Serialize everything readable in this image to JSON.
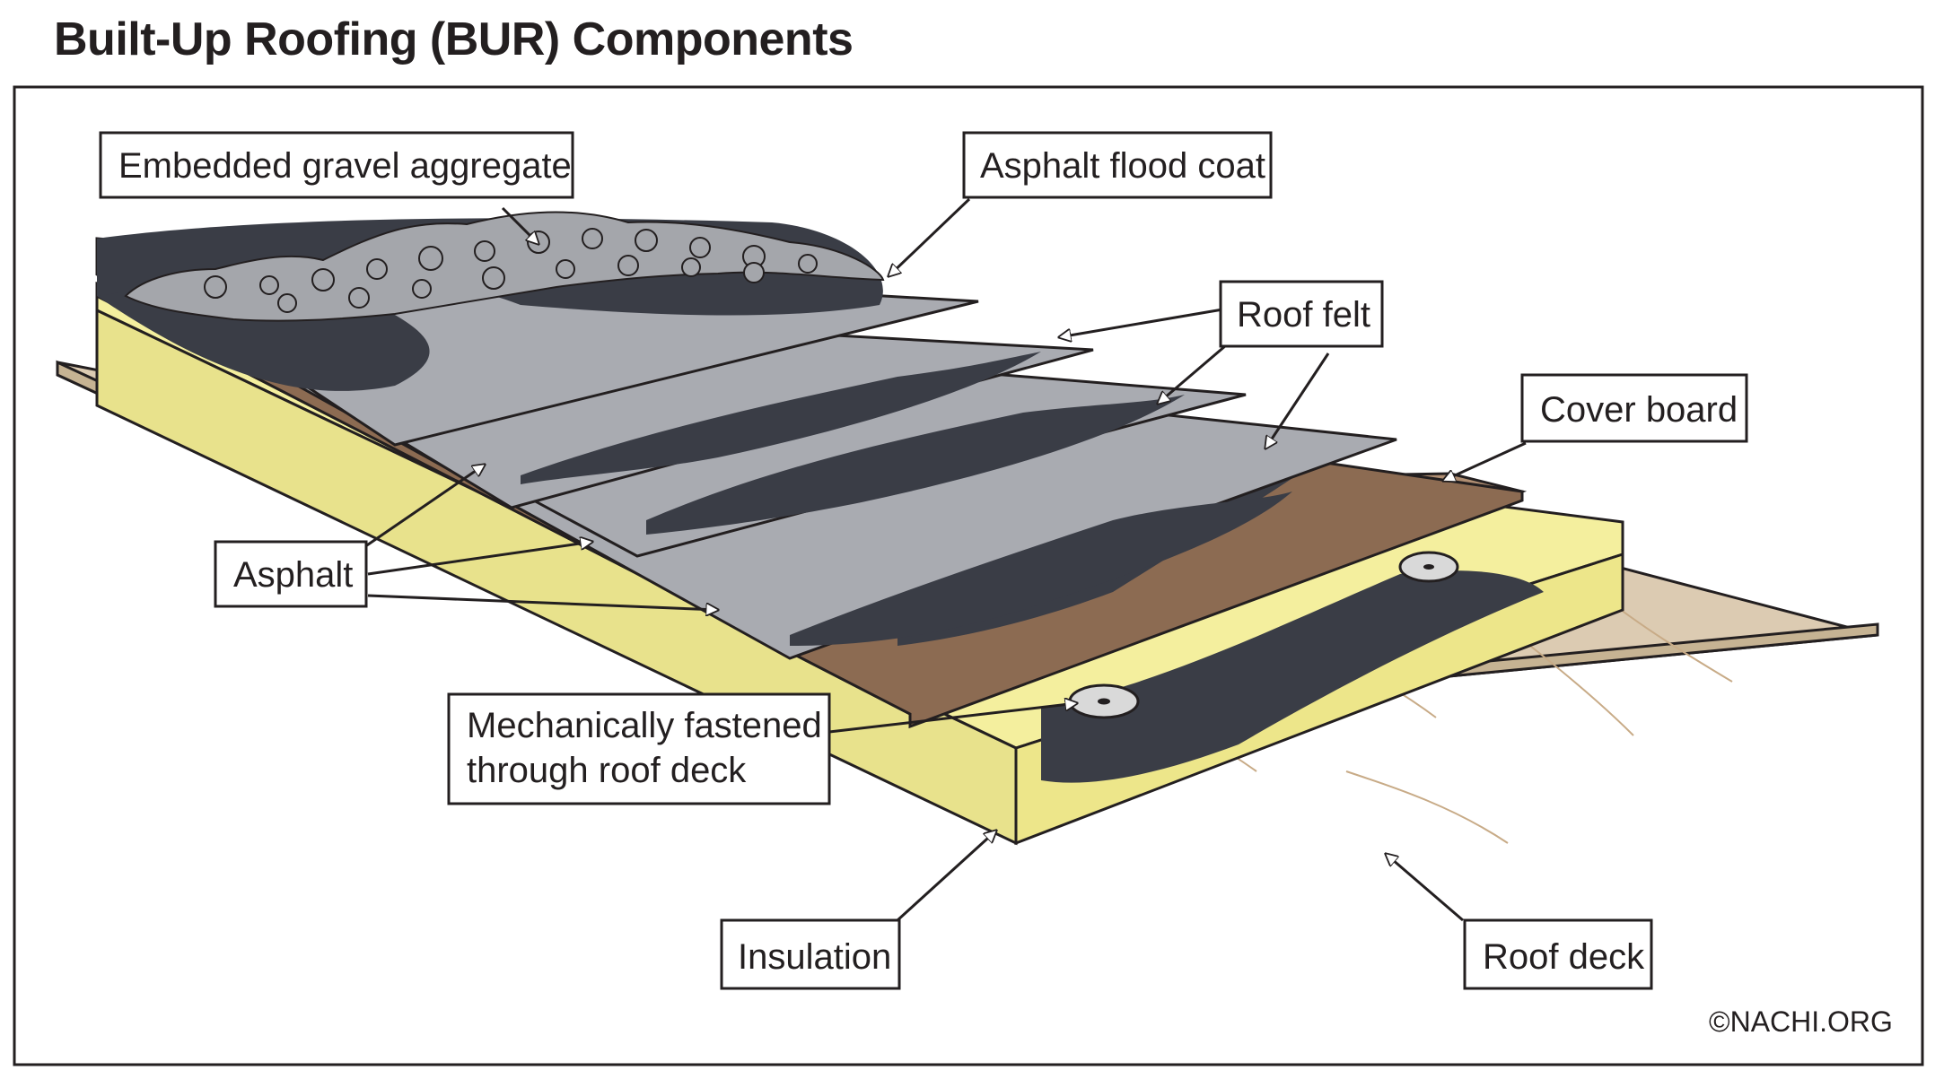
{
  "title": "Built-Up Roofing (BUR) Components",
  "labels": {
    "gravel": "Embedded gravel aggregate",
    "flood_coat": "Asphalt flood coat",
    "roof_felt": "Roof felt",
    "cover_board": "Cover board",
    "asphalt": "Asphalt",
    "fastened_line1": "Mechanically fastened",
    "fastened_line2": "through roof deck",
    "insulation": "Insulation",
    "roof_deck": "Roof deck"
  },
  "copyright": "©NACHI.ORG",
  "colors": {
    "asphalt": "#3a3d46",
    "felt": "#a9abb1",
    "cover_board": "#b08e72",
    "insulation": "#f4ef9e",
    "roof_deck": "#dccbb2",
    "gravel": "#a4a6ab"
  }
}
